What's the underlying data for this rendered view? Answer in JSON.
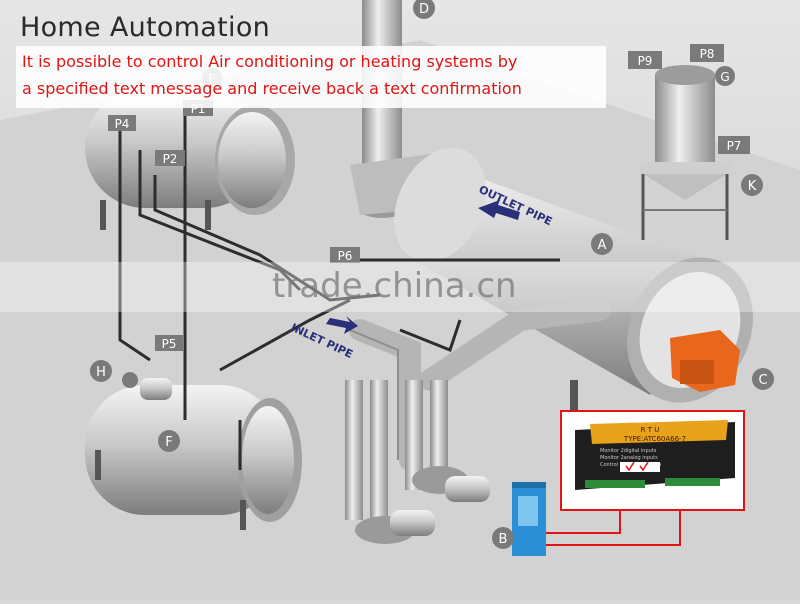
{
  "header": {
    "title": "Home Automation",
    "description_line1": "It is possible to control Air conditioning or heating systems by",
    "description_line2": "a specified text message and receive back a text confirmation"
  },
  "labels": {
    "p1": "P1",
    "p2": "P2",
    "p4": "P4",
    "p5": "P5",
    "p6": "P6",
    "p7": "P7",
    "p8": "P8",
    "p9": "P9",
    "a": "A",
    "b": "B",
    "c": "C",
    "d": "D",
    "e": "E",
    "f": "F",
    "g": "G",
    "h": "H",
    "k": "K",
    "outlet_pipe": "OUTLET PIPE",
    "inlet_pipe": "INLET PIPE"
  },
  "rtu": {
    "name": "R T U",
    "type": "TYPE:ATC60A66-7",
    "line1": "Monitor 2digital inputs",
    "line2": "Monitor 2analog inputs",
    "line3": "Control 2outputs Visams"
  },
  "watermark": "trade.china.cn",
  "colors": {
    "accent_red": "#e01414",
    "burner_orange": "#e8671c",
    "cabinet_blue": "#2b8fd6"
  }
}
